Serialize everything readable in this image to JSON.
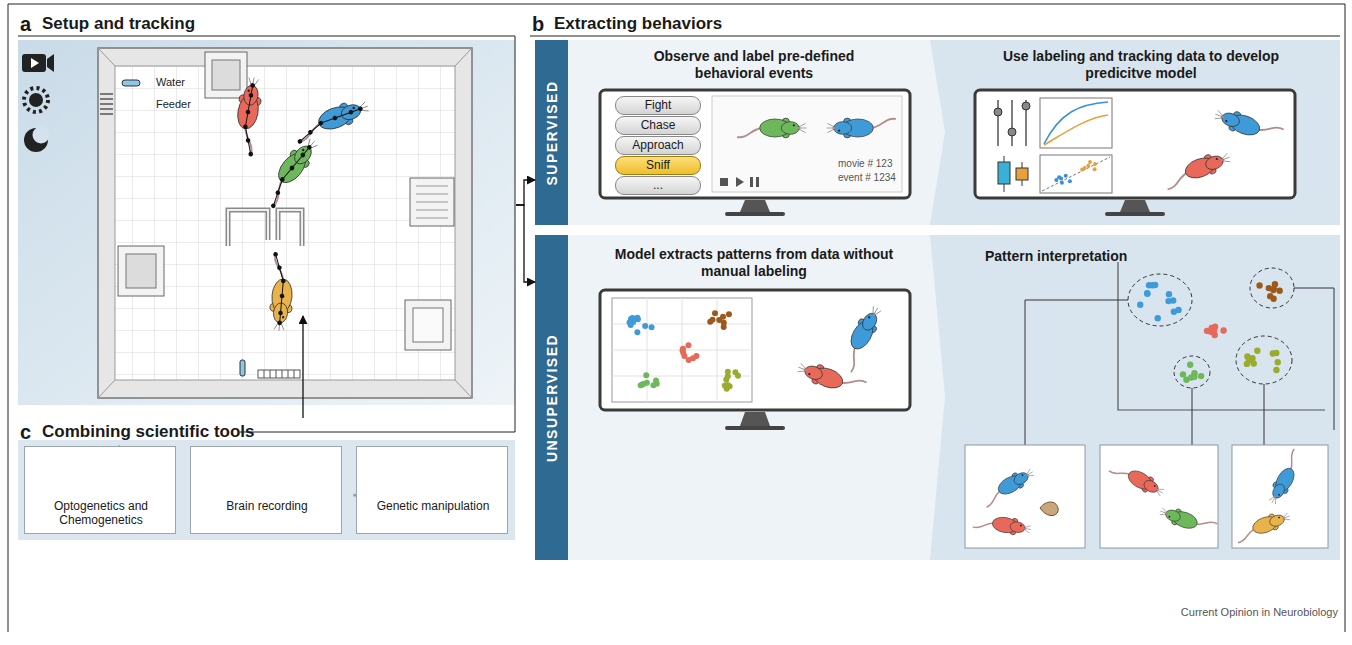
{
  "diagram": {
    "caption": "Current Opinion in Neurobiology",
    "nodes": [
      {
        "text": [
          "a",
          "Setup and tracking"
        ]
      },
      {
        "text": [
          "Water",
          "Feeder"
        ],
        "in": 0
      },
      {
        "text": [
          "b",
          "Extracting behaviors"
        ]
      },
      {
        "text": [
          "SUPERVISED"
        ],
        "in": 2
      },
      {
        "text": [
          "Observe and label pre-defined behavioral events"
        ],
        "in": 3
      },
      {
        "text": [
          "Fight"
        ],
        "in": 4
      },
      {
        "text": [
          "Chase"
        ],
        "in": 4
      },
      {
        "text": [
          "Approach"
        ],
        "in": 4
      },
      {
        "text": [
          "Sniff"
        ],
        "in": 4
      },
      {
        "text": [
          "..."
        ],
        "in": 4
      },
      {
        "text": [
          "Use labeling and tracking data to develop predicitve model"
        ],
        "in": 3
      },
      {
        "text": [
          "UNSUPERVISED"
        ],
        "in": 2
      },
      {
        "text": [
          "Model extracts patterns from data without manual labeling"
        ],
        "in": 11
      },
      {
        "text": [
          "Pattern interpretation"
        ],
        "in": 11
      },
      {
        "text": [
          "c",
          "Combining scientific tools"
        ]
      },
      {
        "text": [
          "Optogenetics and Chemogenetics"
        ],
        "in": 14
      },
      {
        "text": [
          "Brain recording"
        ],
        "in": 14
      },
      {
        "text": [
          "Genetic manipulation"
        ],
        "in": 14
      }
    ],
    "edges": [
      {
        "from": 0,
        "to": 3,
        "arrow": "to"
      },
      {
        "from": 0,
        "to": 11,
        "arrow": "to"
      },
      {
        "from": 14,
        "to": 1,
        "arrow": "to"
      }
    ],
    "labels": [
      "movie # 123",
      "event # 1234"
    ]
  }
}
